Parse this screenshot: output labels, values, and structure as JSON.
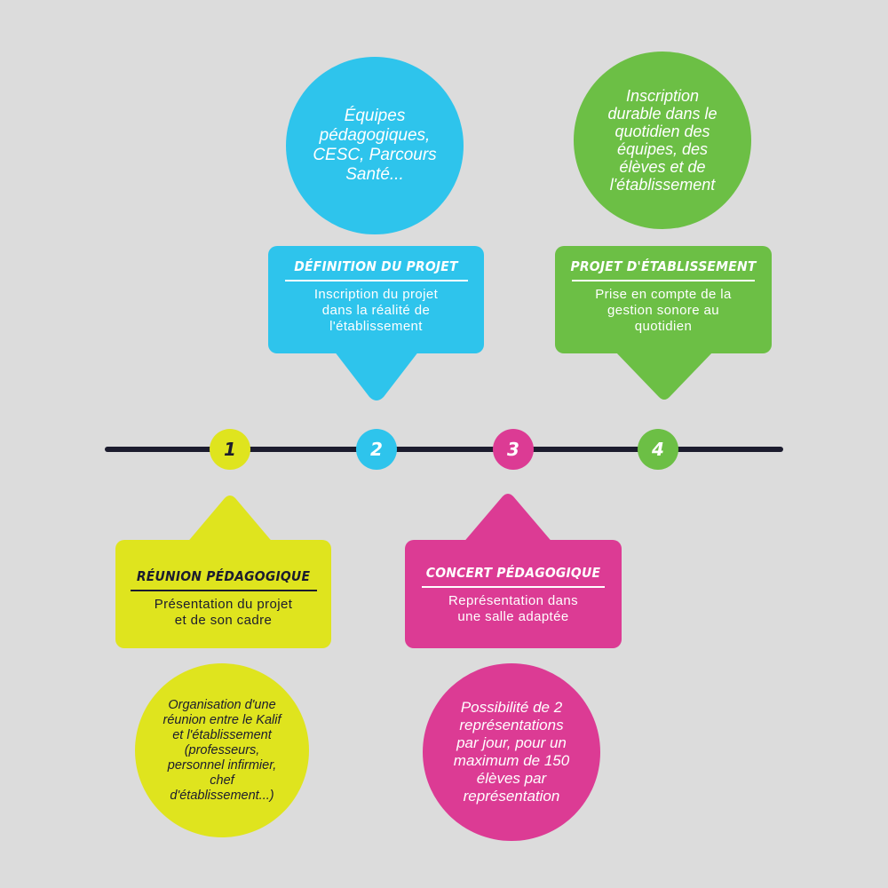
{
  "colors": {
    "background": "#dcdcdc",
    "line": "#1c1c2e",
    "yellow": "#dfe41e",
    "blue": "#2ec4ec",
    "magenta": "#dc3b94",
    "green": "#6cbf45"
  },
  "steps": [
    {
      "number": "1",
      "color": "#dfe41e",
      "text_color": "#1c1c2e"
    },
    {
      "number": "2",
      "color": "#2ec4ec",
      "text_color": "#ffffff"
    },
    {
      "number": "3",
      "color": "#dc3b94",
      "text_color": "#ffffff"
    },
    {
      "number": "4",
      "color": "#6cbf45",
      "text_color": "#ffffff"
    }
  ],
  "cards": {
    "reunion": {
      "title": "RÉUNION PÉDAGOGIQUE",
      "body_1": "Présentation du projet",
      "body_2": "et de son cadre"
    },
    "definition": {
      "title": "DÉFINITION DU PROJET",
      "body_1": "Inscription du projet",
      "body_2": "dans la réalité de",
      "body_3": "l'établissement"
    },
    "concert": {
      "title": "CONCERT PÉDAGOGIQUE",
      "body_1": "Représentation dans",
      "body_2": "une salle adaptée"
    },
    "etablissement": {
      "title": "PROJET D'ÉTABLISSEMENT",
      "body_1": "Prise en compte de la",
      "body_2": "gestion sonore au",
      "body_3": "quotidien"
    }
  },
  "bubbles": {
    "blue": [
      "Équipes",
      "pédagogiques,",
      "CESC, Parcours",
      "Santé..."
    ],
    "green": [
      "Inscription",
      "durable dans le",
      "quotidien des",
      "équipes, des",
      "élèves et de",
      "l'établissement"
    ],
    "yellow": [
      "Organisation d'une",
      "réunion entre le Kalif",
      "et l'établissement",
      "(professeurs,",
      "personnel infirmier,",
      "chef",
      "d'établissement...)"
    ],
    "magenta": [
      "Possibilité de 2",
      "représentations",
      "par jour, pour un",
      "maximum de 150",
      "élèves par",
      "représentation"
    ]
  }
}
